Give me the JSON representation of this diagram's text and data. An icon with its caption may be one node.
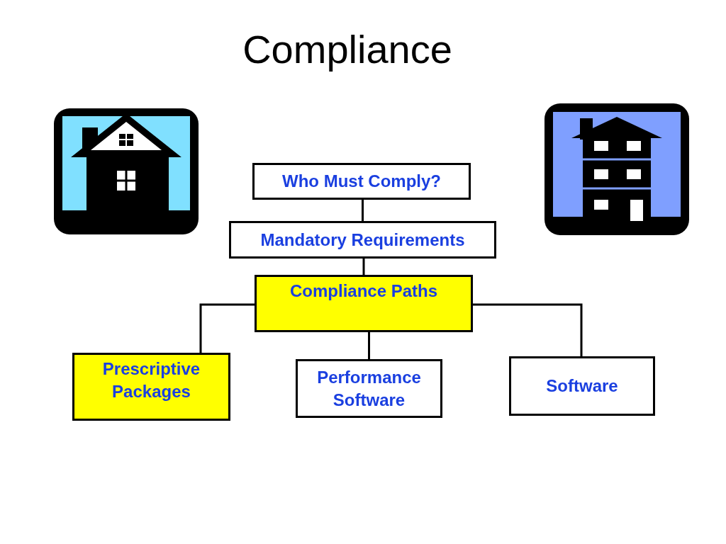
{
  "diagram": {
    "title": "Compliance",
    "nodes": [
      {
        "text": [
          "Who Must Comply?"
        ]
      },
      {
        "text": [
          "Mandatory Requirements"
        ]
      },
      {
        "text": [
          "Compliance Paths"
        ]
      },
      {
        "text": [
          "Prescriptive Packages"
        ]
      },
      {
        "text": [
          "Performance Software"
        ]
      },
      {
        "text": [
          "Software"
        ]
      }
    ],
    "edges": [
      {
        "from": 0,
        "to": 1,
        "arrow": "none"
      },
      {
        "from": 1,
        "to": 2,
        "arrow": "none"
      },
      {
        "from": 2,
        "to": 3,
        "arrow": "none"
      },
      {
        "from": 2,
        "to": 4,
        "arrow": "none"
      },
      {
        "from": 2,
        "to": 5,
        "arrow": "none"
      }
    ]
  }
}
